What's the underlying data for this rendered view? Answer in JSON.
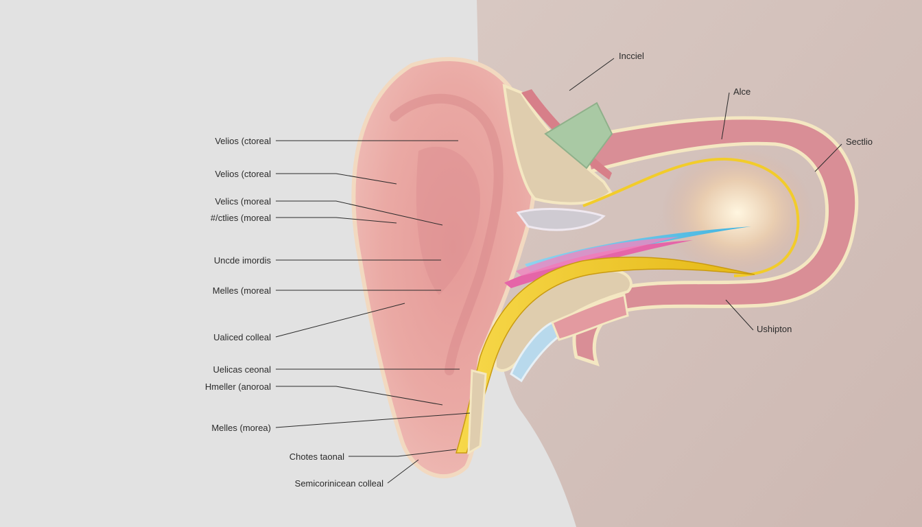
{
  "colors": {
    "background": "#e2e2e2",
    "skin": "#e8b8b0",
    "pink_tissue": "#d98e96",
    "cream_edge": "#f4e7c2",
    "yellow_nerve": "#f2cc2a",
    "blue_tube": "#5cc3e6",
    "magenta_tube": "#e565a8",
    "green_tissue": "#a9c9a4"
  },
  "labels": {
    "left": [
      "Velios (ctoreal",
      "Velios (ctoreal",
      "Velics (moreal",
      "#/ctlies (moreal",
      "Uncde imordis",
      "Melles (moreal",
      "Ualiced colleal",
      "Uelicas ceonal",
      "Hmeller (anoroal",
      "Melles (morea)",
      "Chotes taonal",
      "Semicorinicean colleal"
    ],
    "right": [
      "Incciel",
      "Alce",
      "Sectlio",
      "Ushipton"
    ]
  }
}
